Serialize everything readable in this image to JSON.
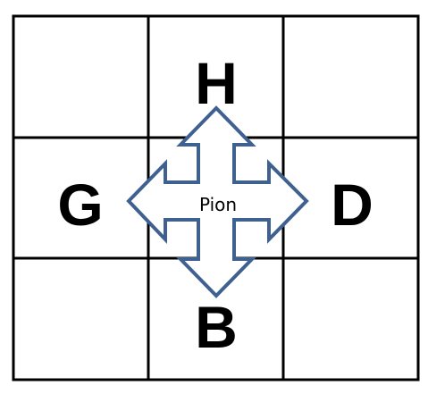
{
  "labels": {
    "up": "H",
    "left": "G",
    "right": "D",
    "down": "B",
    "center": "Pion"
  },
  "colors": {
    "grid": "#000000",
    "arrow_outline": "#3F6190",
    "arrow_fill": "#FFFFFF"
  },
  "icons": {
    "center_arrow": "four-way-arrow-icon"
  }
}
